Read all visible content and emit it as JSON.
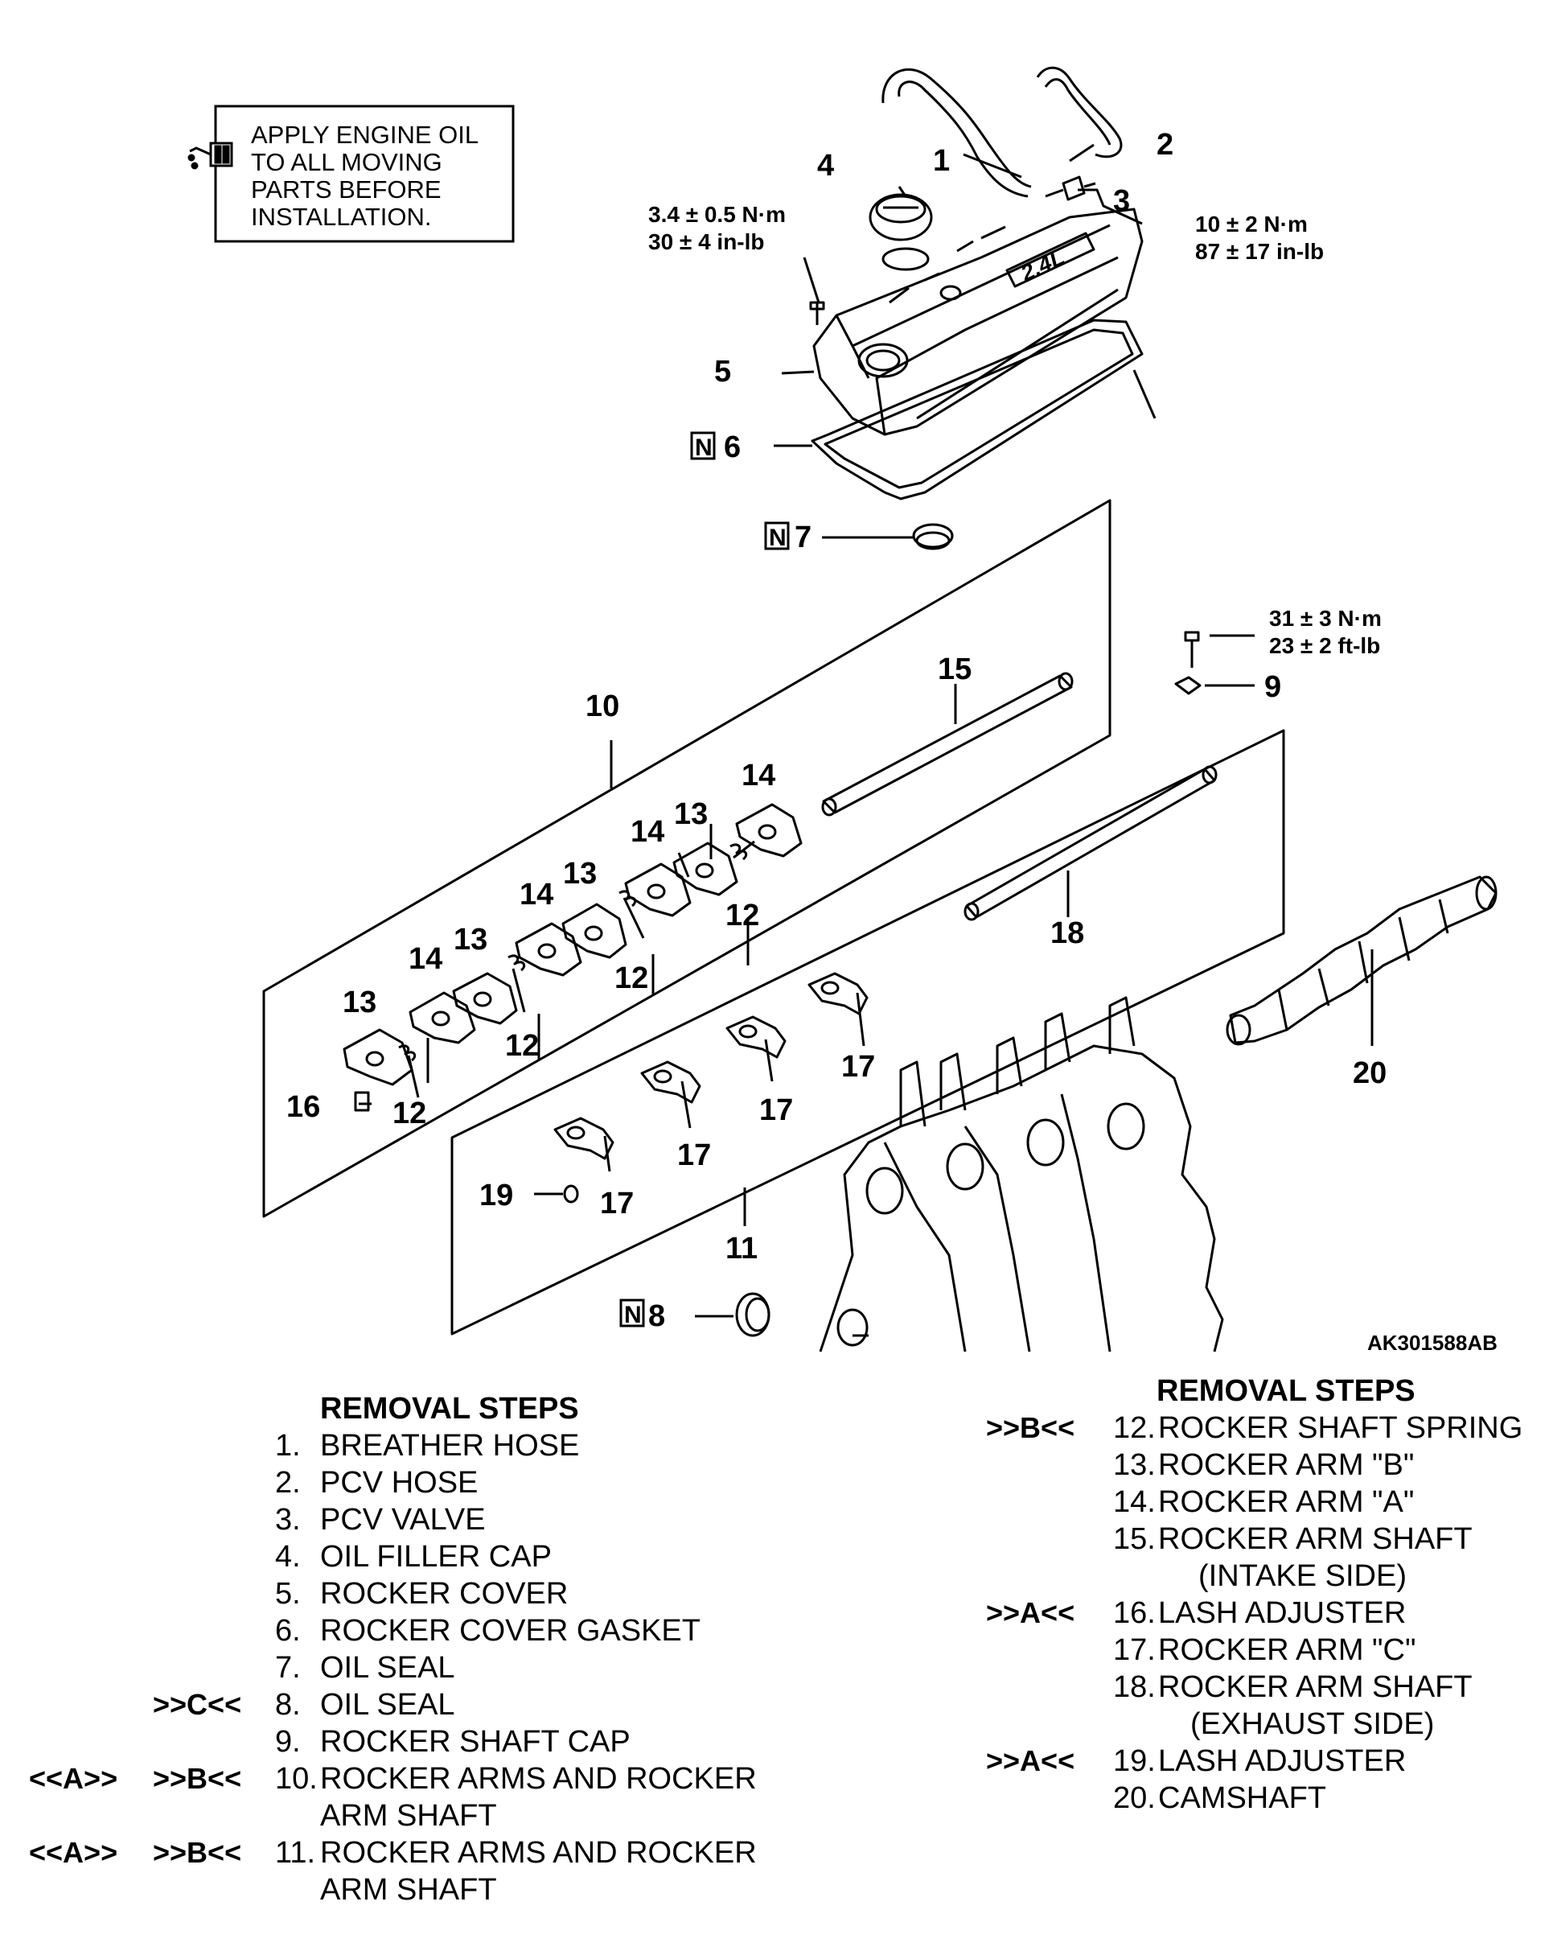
{
  "note": {
    "lines": [
      "APPLY ENGINE OIL",
      "TO ALL MOVING",
      "PARTS BEFORE",
      "INSTALLATION."
    ],
    "icon": "oil-can-icon"
  },
  "torque": {
    "t1": {
      "line1": "3.4 ± 0.5 N·m",
      "line2": "30 ± 4 in-lb"
    },
    "t2": {
      "line1": "10 ± 2 N·m",
      "line2": "87 ± 17 in-lb"
    },
    "t3": {
      "line1": "31 ± 3 N·m",
      "line2": "23 ± 2 ft-lb"
    }
  },
  "new_part_marker": "N",
  "callouts": {
    "c1": "1",
    "c2": "2",
    "c3": "3",
    "c4": "4",
    "c5": "5",
    "c6": "6",
    "c7": "7",
    "c8": "8",
    "c9": "9",
    "c10": "10",
    "c11": "11",
    "c12": "12",
    "c13": "13",
    "c14": "14",
    "c15": "15",
    "c16": "16",
    "c17": "17",
    "c18": "18",
    "c19": "19",
    "c20": "20"
  },
  "figure_code": "AK301588AB",
  "steps_left": {
    "header": "REMOVAL STEPS",
    "items": [
      {
        "num": "1.",
        "text": "BREATHER HOSE"
      },
      {
        "num": "2.",
        "text": "PCV HOSE"
      },
      {
        "num": "3.",
        "text": "PCV VALVE"
      },
      {
        "num": "4.",
        "text": "OIL FILLER CAP"
      },
      {
        "num": "5.",
        "text": "ROCKER COVER"
      },
      {
        "num": "6.",
        "text": "ROCKER COVER GASKET"
      },
      {
        "num": "7.",
        "text": "OIL SEAL"
      },
      {
        "num": "8.",
        "text": "OIL SEAL",
        "tag_b": ">>C<<"
      },
      {
        "num": "9.",
        "text": "ROCKER SHAFT CAP"
      },
      {
        "num": "10.",
        "text": "ROCKER ARMS AND ROCKER",
        "text2": "ARM SHAFT",
        "tag_a": "<<A>>",
        "tag_b": ">>B<<"
      },
      {
        "num": "11.",
        "text": "ROCKER ARMS AND ROCKER",
        "text2": "ARM SHAFT",
        "tag_a": "<<A>>",
        "tag_b": ">>B<<"
      }
    ]
  },
  "steps_right": {
    "header": "REMOVAL STEPS",
    "items": [
      {
        "num": "12.",
        "text": "ROCKER SHAFT SPRING",
        "tag": ">>B<<"
      },
      {
        "num": "13.",
        "text": "ROCKER ARM \"B\""
      },
      {
        "num": "14.",
        "text": "ROCKER ARM \"A\""
      },
      {
        "num": "15.",
        "text": "ROCKER ARM SHAFT",
        "text2": "(INTAKE SIDE)"
      },
      {
        "num": "16.",
        "text": "LASH ADJUSTER",
        "tag": ">>A<<"
      },
      {
        "num": "17.",
        "text": "ROCKER ARM \"C\""
      },
      {
        "num": "18.",
        "text": "ROCKER ARM SHAFT",
        "text2": "(EXHAUST SIDE)"
      },
      {
        "num": "19.",
        "text": "LASH ADJUSTER",
        "tag": ">>A<<"
      },
      {
        "num": "20.",
        "text": "CAMSHAFT"
      }
    ]
  }
}
